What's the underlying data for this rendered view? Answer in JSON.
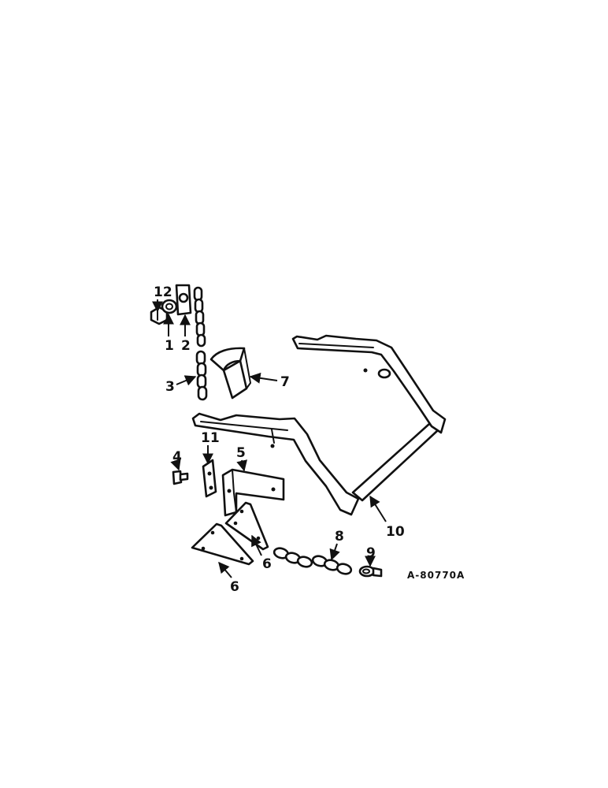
{
  "callouts": {
    "c1": "1",
    "c2": "2",
    "c3": "3",
    "c4": "4",
    "c5": "5",
    "c6a": "6",
    "c6b": "6",
    "c7": "7",
    "c8": "8",
    "c9": "9",
    "c10": "10",
    "c11": "11",
    "c12": "12"
  },
  "drawing_code": "A-80770A"
}
